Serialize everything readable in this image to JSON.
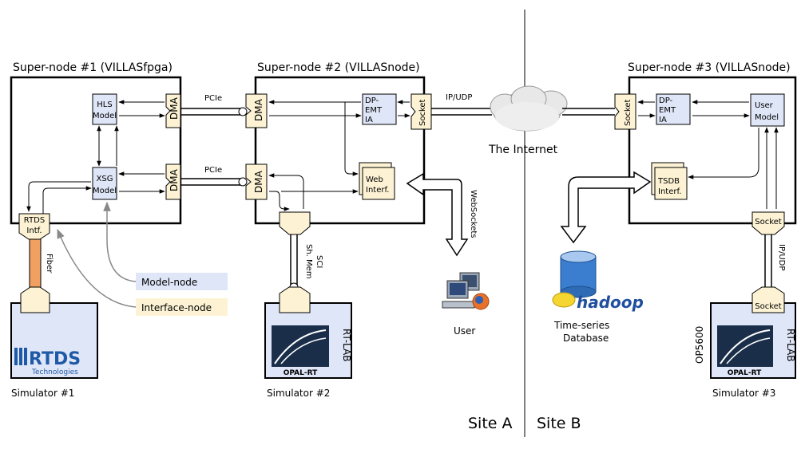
{
  "nodes": {
    "super1": "Super-node #1 (VILLASfpga)",
    "super2": "Super-node #2 (VILLASnode)",
    "super3": "Super-node #3 (VILLASnode)"
  },
  "blocks": {
    "hls": [
      "HLS",
      "Model"
    ],
    "xsg": [
      "XSG",
      "Model"
    ],
    "rtds_intf": [
      "RTDS",
      "Intf."
    ],
    "dpemt1": [
      "DP-",
      "EMT",
      "IA"
    ],
    "web": [
      "Web",
      "Interf."
    ],
    "dpemt3": [
      "DP-",
      "EMT",
      "IA"
    ],
    "user_model": [
      "User",
      "Model"
    ],
    "tsdb": [
      "TSDB",
      "Interf."
    ],
    "dma": "DMA",
    "socket": "Socket"
  },
  "links": {
    "pcie": "PCIe",
    "ipudp": "IP/UDP",
    "fiber": "Fiber",
    "sci": [
      "SCI",
      "Sh. Mem"
    ],
    "websockets": "WebSockets"
  },
  "legend": {
    "model_node": "Model-node",
    "interface_node": "Interface-node"
  },
  "labels": {
    "internet": "The Internet",
    "user": "User",
    "tsdb_db": [
      "Time-series",
      "Database"
    ],
    "sim1": "Simulator #1",
    "sim2": "Simulator #2",
    "sim3": "Simulator #3",
    "site_a": "Site A",
    "site_b": "Site B",
    "op5600": "OP5600",
    "rtlab": "RT-LAB"
  },
  "logos": {
    "rtds": [
      "RTDS",
      "Technologies"
    ],
    "opal": "OPAL-RT",
    "hadoop": "hadoop"
  },
  "colors": {
    "model_fill": "#dfe6f8",
    "interface_fill": "#fdf3d4",
    "fiber": "#f0a060",
    "rtds_blue": "#1f5aa6",
    "opal_navy": "#1a2e4a",
    "gray_arrow": "#888888"
  }
}
